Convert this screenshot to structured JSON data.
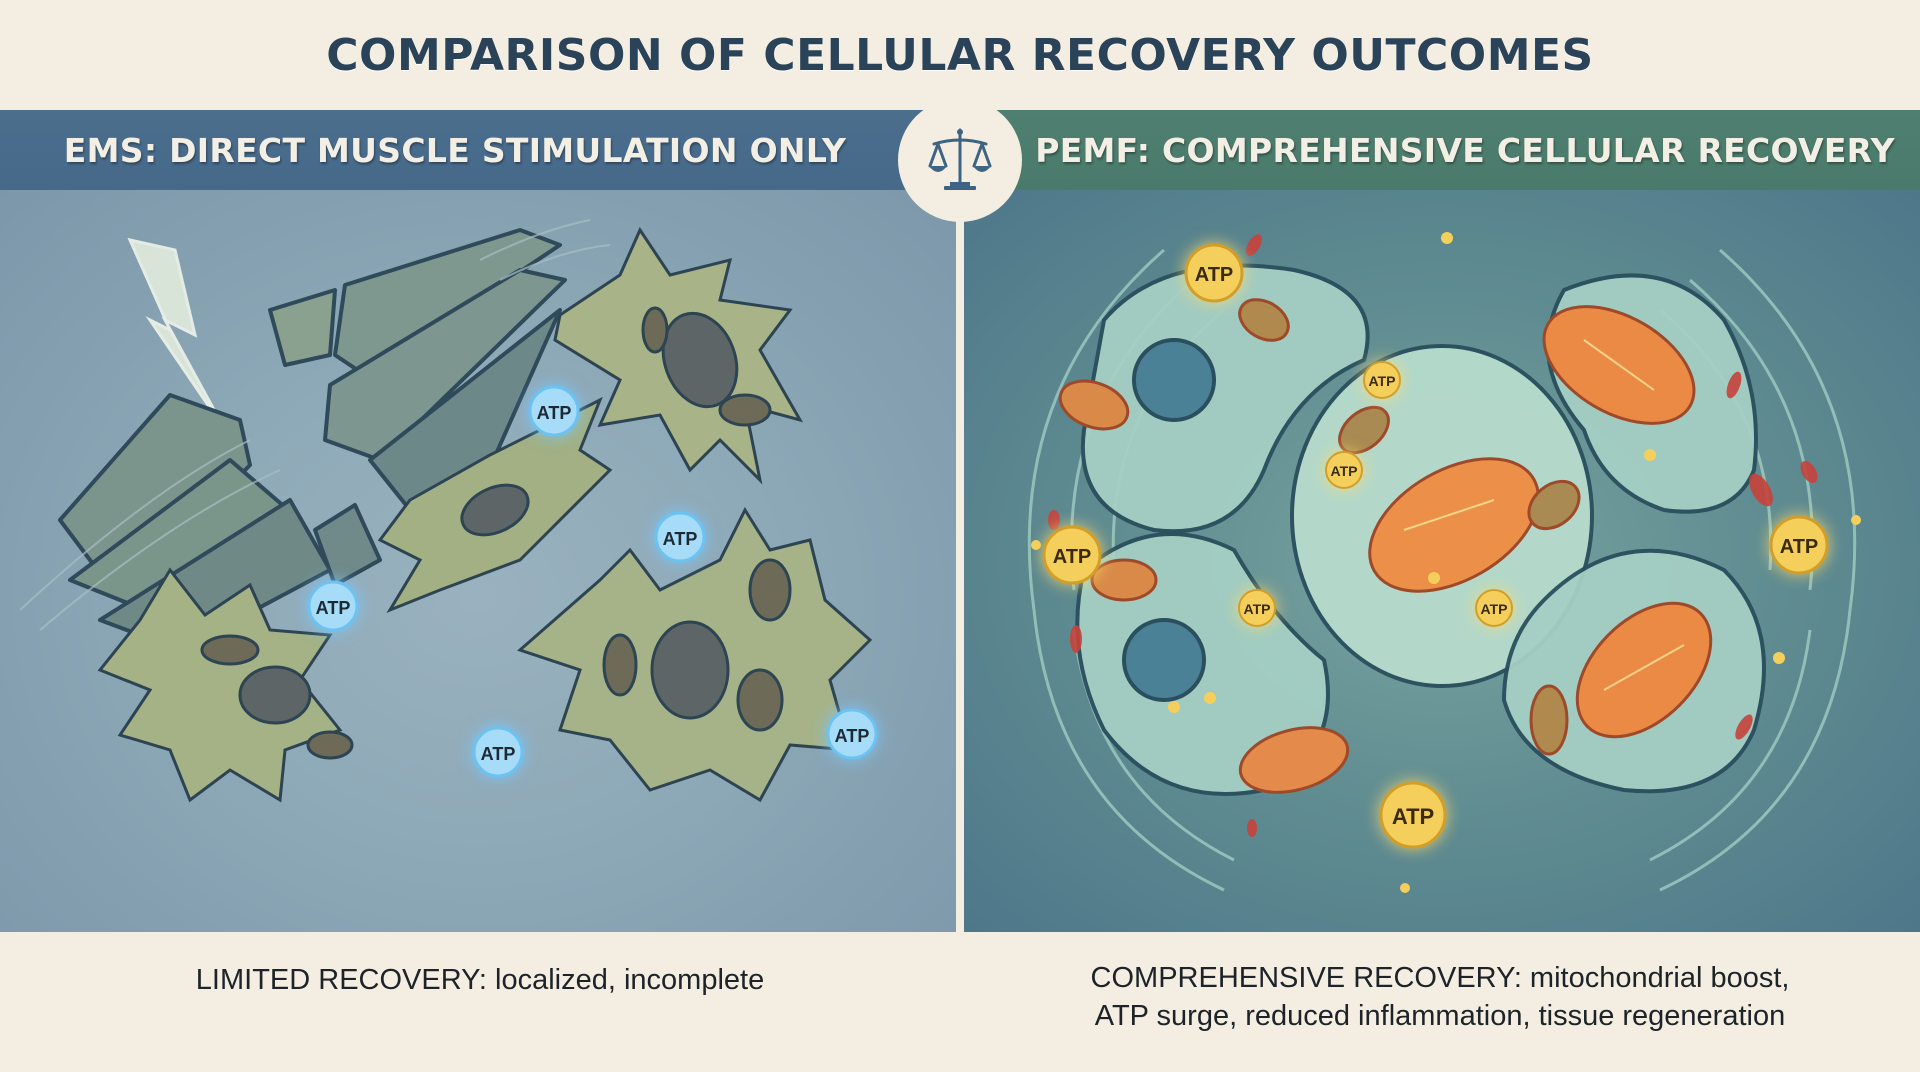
{
  "title": "COMPARISON OF CELLULAR RECOVERY OUTCOMES",
  "center_icon": "balance-scale-icon",
  "left": {
    "banner": "EMS: DIRECT MUSCLE STIMULATION ONLY",
    "banner_color": "#4b6e8d",
    "illustration": {
      "elements": [
        "lightning-bolt-icon",
        "fractured-muscle-fibers",
        "stressed-cells"
      ],
      "atp_labels": [
        "ATP",
        "ATP",
        "ATP",
        "ATP",
        "ATP"
      ],
      "atp_color": "#8fd4f5"
    },
    "caption": "LIMITED RECOVERY: localized, incomplete"
  },
  "right": {
    "banner": "PEMF: COMPREHENSIVE CELLULAR RECOVERY",
    "banner_color": "#4f7f70",
    "illustration": {
      "elements": [
        "electromagnetic-field-waves",
        "healthy-cells",
        "glowing-mitochondria"
      ],
      "atp_labels": [
        "ATP",
        "ATP",
        "ATP",
        "ATP",
        "ATP",
        "ATP",
        "ATP",
        "ATP"
      ],
      "atp_color": "#f2c94c"
    },
    "caption_line1": "COMPREHENSIVE RECOVERY: mitochondrial boost,",
    "caption_line2": "ATP surge, reduced inflammation, tissue regeneration"
  }
}
